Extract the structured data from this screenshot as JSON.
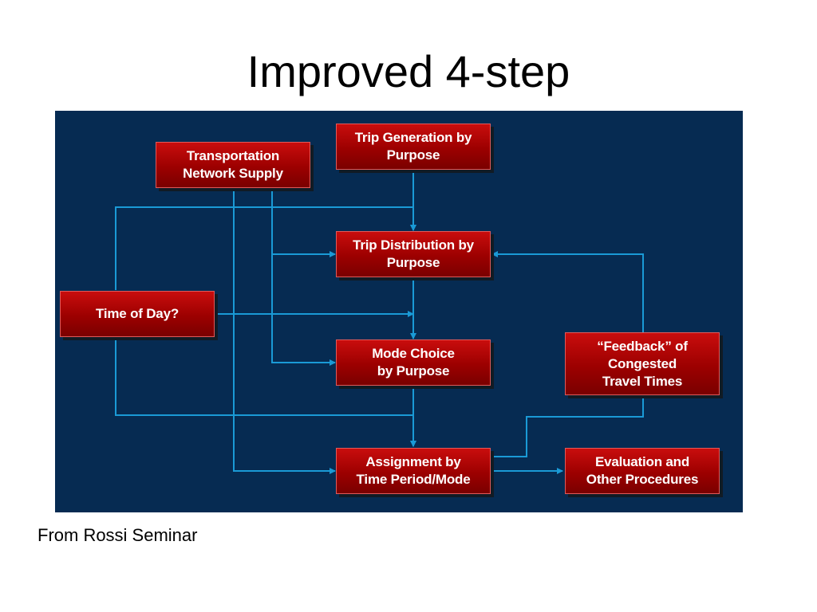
{
  "title": "Improved 4-step",
  "source": "From Rossi Seminar",
  "colors": {
    "diagram_background": "#062b52",
    "box_fill": "#a30000",
    "arrow": "#1a9ad6"
  },
  "boxes": {
    "trip_generation": "Trip Generation by\nPurpose",
    "transportation_network": "Transportation\nNetwork Supply",
    "trip_distribution": "Trip Distribution by\nPurpose",
    "time_of_day": "Time of Day?",
    "mode_choice": "Mode Choice\nby Purpose",
    "feedback": "“Feedback” of\nCongested\nTravel Times",
    "assignment": "Assignment by\nTime Period/Mode",
    "evaluation": "Evaluation and\nOther Procedures"
  }
}
